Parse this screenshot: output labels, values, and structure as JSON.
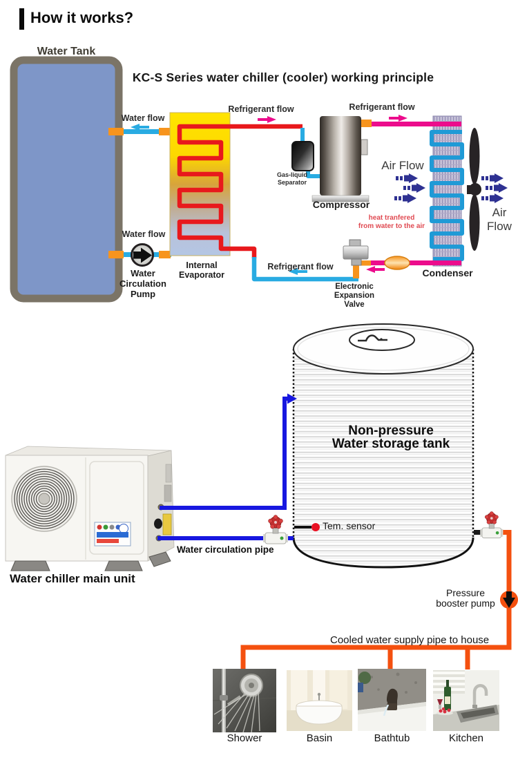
{
  "header": {
    "title": "How it works?"
  },
  "top": {
    "heading": "KC-S Series water chiller (cooler) working principle",
    "water_tank": "Water Tank",
    "water_flow_top": "Water flow",
    "water_flow_bottom": "Water flow",
    "refrigerant_flow_top_left": "Refrigerant flow",
    "refrigerant_flow_top_right": "Refrigerant flow",
    "refrigerant_flow_bottom": "Refrigerant flow",
    "gas_liquid_separator": "Gas-liquid\nSeparator",
    "compressor": "Compressor",
    "air_flow_left": "Air Flow",
    "air_flow_right": "Air\nFlow",
    "heat_note": "heat tranfered\nfrom water to the air",
    "condenser": "Condenser",
    "expansion_valve": "Electronic\nExpansion\nValve",
    "internal_evaporator": "Internal\nEvaporator",
    "circulation_pump": "Water\nCirculation\nPump"
  },
  "bottom": {
    "chiller_unit": "Water chiller main unit",
    "storage_tank": "Non-pressure\nWater storage tank",
    "water_circulation_pipe": "Water circulation pipe",
    "tem_sensor": "Tem. sensor",
    "pressure_booster_pump": "Pressure\nbooster pump",
    "supply_pipe": "Cooled water supply pipe to house",
    "appliances": [
      {
        "label": "Shower"
      },
      {
        "label": "Basin"
      },
      {
        "label": "Bathtub"
      },
      {
        "label": "Kitchen"
      }
    ]
  },
  "colors": {
    "water_pipe_blue": "#29abe2",
    "hot_refrigerant_red": "#e8191c",
    "refrigerant_magenta": "#ec0c8c",
    "connector_orange": "#f7941d",
    "air_arrow_blue": "#2e3192",
    "circulation_pipe_blue": "#1717e0",
    "supply_pipe_orange": "#f4500f",
    "heat_note_red": "#e04a52",
    "tank_fill_blue": "#7e96c8",
    "tank_border_gray": "#7b7467",
    "evaporator_yellow": "#ffe400",
    "sensor_red": "#e81123"
  }
}
